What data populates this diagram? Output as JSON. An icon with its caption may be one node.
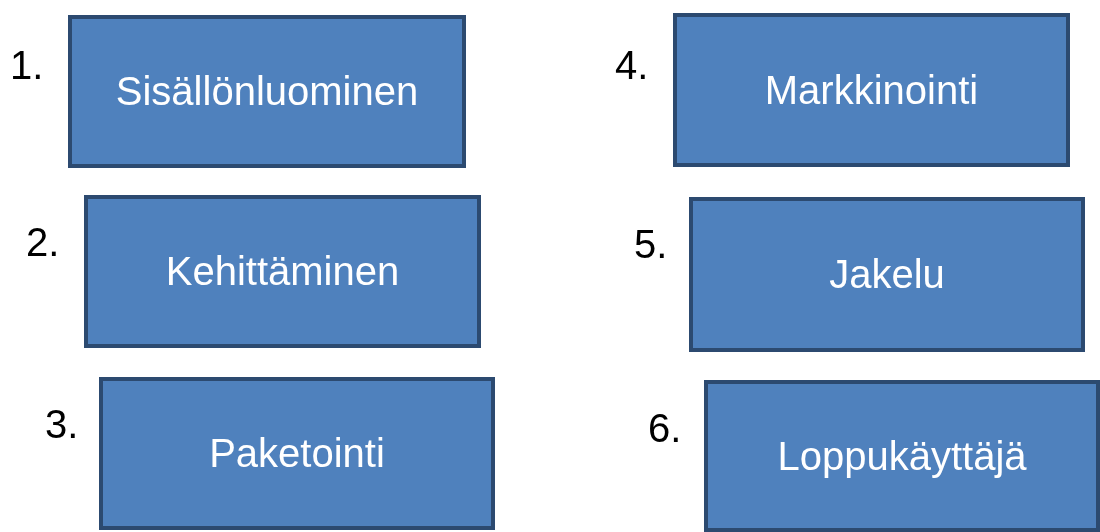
{
  "diagram": {
    "nodes": [
      {
        "text": [
          "Sisällönluominen"
        ],
        "beside": [
          "1."
        ]
      },
      {
        "text": [
          "Kehittäminen"
        ],
        "beside": [
          "2."
        ]
      },
      {
        "text": [
          "Paketointi"
        ],
        "beside": [
          "3."
        ]
      },
      {
        "text": [
          "Markkinointi"
        ],
        "beside": [
          "4."
        ]
      },
      {
        "text": [
          "Jakelu"
        ],
        "beside": [
          "5."
        ]
      },
      {
        "text": [
          "Loppukäyttäjä"
        ],
        "beside": [
          "6."
        ]
      }
    ]
  }
}
